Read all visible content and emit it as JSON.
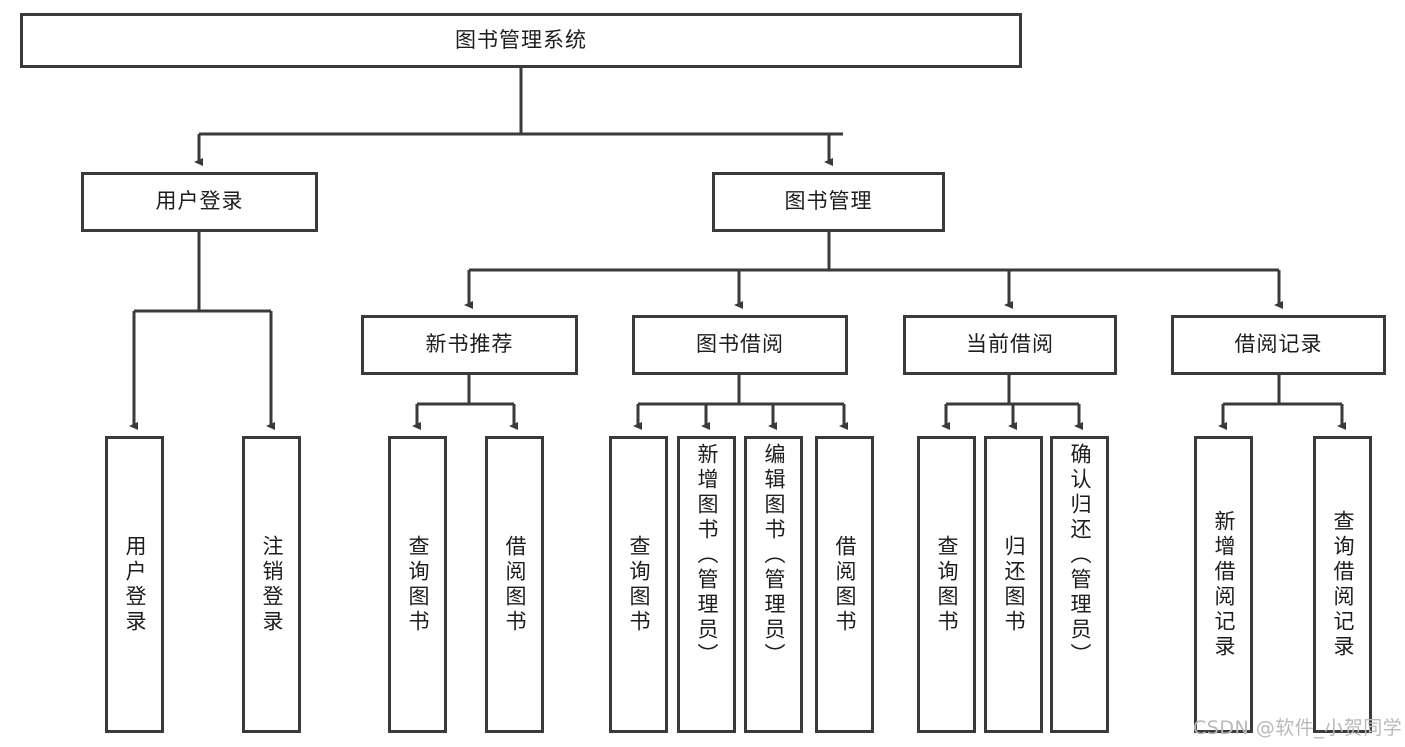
{
  "diagram": {
    "title": "图书管理系统",
    "type": "tree-hierarchy-diagram",
    "root": {
      "id": "root",
      "label": "图书管理系统"
    },
    "level1": [
      {
        "id": "user-login",
        "label": "用户登录"
      },
      {
        "id": "book-management",
        "label": "图书管理"
      }
    ],
    "level2": [
      {
        "id": "new-book-recommend",
        "label": "新书推荐",
        "parent": "book-management"
      },
      {
        "id": "book-borrow",
        "label": "图书借阅",
        "parent": "book-management"
      },
      {
        "id": "current-borrow",
        "label": "当前借阅",
        "parent": "book-management"
      },
      {
        "id": "borrow-record",
        "label": "借阅记录",
        "parent": "book-management"
      }
    ],
    "leaves": {
      "user_login": [
        {
          "id": "leaf-user-login",
          "label": "用户登录"
        },
        {
          "id": "leaf-user-logout",
          "label": "注销登录"
        }
      ],
      "new_book_recommend": [
        {
          "id": "leaf-query-book-1",
          "label": "查询图书"
        },
        {
          "id": "leaf-borrow-book-1",
          "label": "借阅图书"
        }
      ],
      "book_borrow": [
        {
          "id": "leaf-query-book-2",
          "label": "查询图书"
        },
        {
          "id": "leaf-add-book",
          "label": "新增图书（管理员）"
        },
        {
          "id": "leaf-edit-book",
          "label": "编辑图书（管理员）"
        },
        {
          "id": "leaf-borrow-book-2",
          "label": "借阅图书"
        }
      ],
      "current_borrow": [
        {
          "id": "leaf-query-book-3",
          "label": "查询图书"
        },
        {
          "id": "leaf-return-book",
          "label": "归还图书"
        },
        {
          "id": "leaf-confirm-return",
          "label": "确认归还（管理员）"
        }
      ],
      "borrow_record": [
        {
          "id": "leaf-add-record",
          "label": "新增借阅记录"
        },
        {
          "id": "leaf-query-record",
          "label": "查询借阅记录"
        }
      ]
    }
  },
  "watermark": {
    "text": "CSDN @软件_小贺同学"
  },
  "colors": {
    "border": "#3a3a3a",
    "background": "#ffffff",
    "text": "#1d1d1d",
    "watermark": "#b9b9b9"
  }
}
